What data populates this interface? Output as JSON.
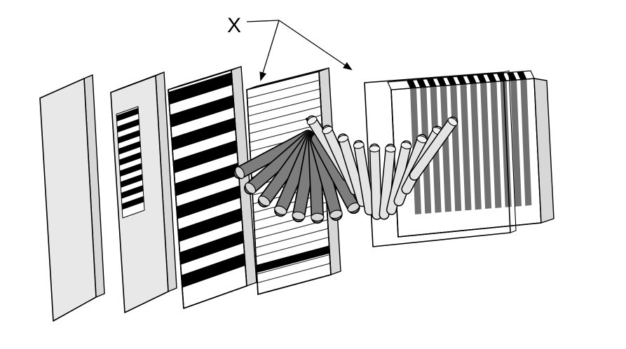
{
  "figure": {
    "label": {
      "text": "X"
    },
    "colors": {
      "background": "#ffffff",
      "outline": "#000000",
      "panel_face": "#e8e8e8",
      "panel_top": "#f4f4f4",
      "panel_side": "#d7d7d7",
      "plate_white": "#ffffff",
      "stripe_black": "#000000",
      "ruled_line": "#2b2b2b",
      "fan_rod": "#7d7d7d",
      "fan_rod_cap": "#d8d8d8",
      "twist_rod": "#e4e4e4",
      "twist_rod_cap": "#f1f1f1",
      "slat_dark": "#707070"
    },
    "barcode": {
      "count": 9
    },
    "coarse_stripes": {
      "count": 9
    },
    "ruled_lines": {
      "count": 22
    },
    "fan": {
      "count": 8
    },
    "twist": {
      "count": 10
    },
    "slats": {
      "count": 12
    }
  }
}
